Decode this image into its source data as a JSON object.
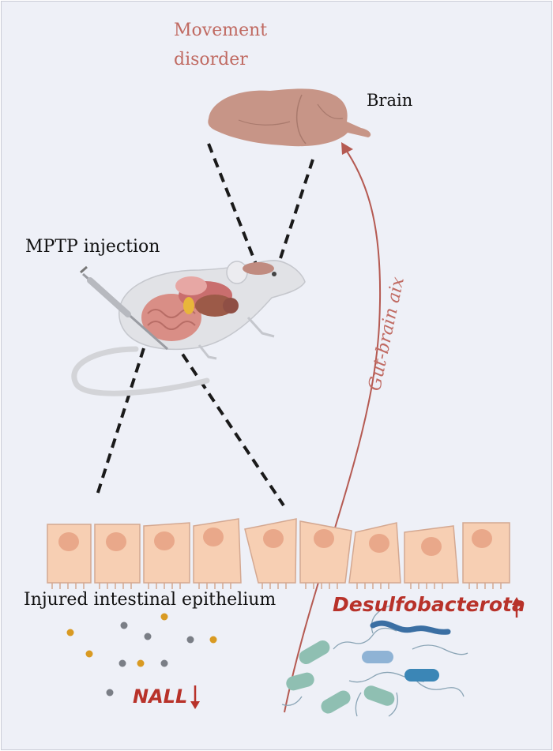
{
  "labels": {
    "movement_line1": "Movement",
    "movement_line2": "disorder",
    "brain": "Brain",
    "mptp": "MPTP injection",
    "gut_brain": "Gut-brain aix",
    "epithelium": "Injured intestinal epithelium",
    "desulfobacterota": "Desulfobacterota",
    "nall": "NALL"
  },
  "colors": {
    "background": "#eef0f7",
    "accent_red": "#b8322a",
    "muted_red": "#c06a62",
    "brain": "#c79587",
    "cell": "#f7cfb3",
    "nucleus": "#e9a88a",
    "mouse": "#dedfe3",
    "dot_orange": "#d99a22",
    "dot_gray": "#7a7e86"
  },
  "indicators": {
    "desulfobacterota": "up-arrow-icon",
    "nall": "down-arrow-icon"
  }
}
